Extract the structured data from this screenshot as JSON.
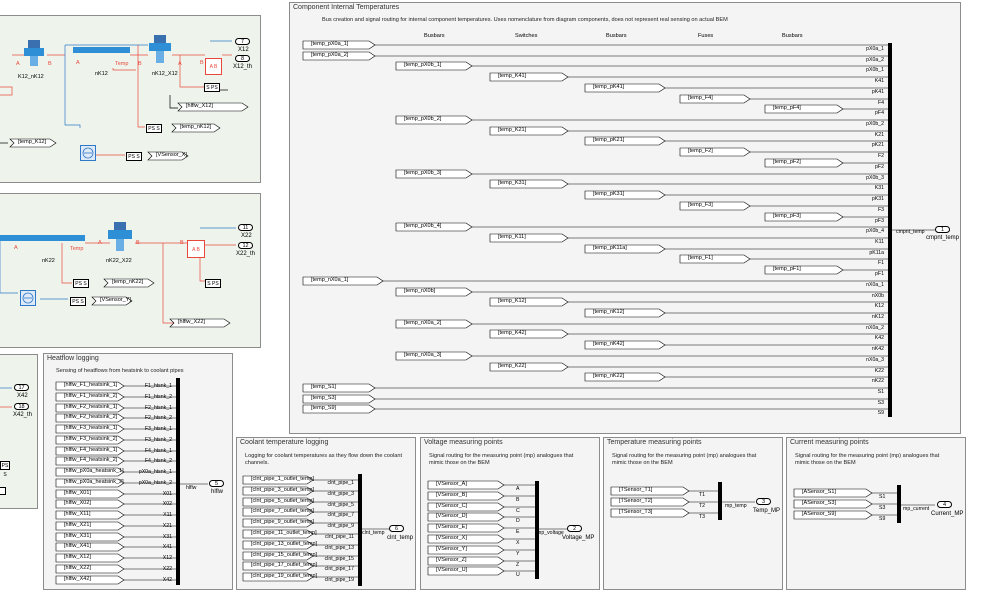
{
  "component_panel": {
    "title": "Component Internal Temperatures",
    "description": "Bus creation and signal routing for internal component temperatures. Uses nomenclature from diagram components, does not represent real sensing on actual BEM",
    "headers": [
      "Busbars",
      "Switches",
      "Busbars",
      "Fuses",
      "Busbars"
    ],
    "tags": [
      "[temp_pX0a_1]",
      "[temp_pX0a_2]",
      "[temp_pX0b_1]",
      "[temp_K41]",
      "[temp_pK41]",
      "[temp_F4]",
      "[temp_pF4]",
      "[temp_pX0b_2]",
      "[temp_K21]",
      "[temp_pK21]",
      "[temp_F2]",
      "[temp_pF2]",
      "[temp_pX0b_3]",
      "[temp_K31]",
      "[temp_pK31]",
      "[temp_F3]",
      "[temp_pF3]",
      "[temp_pX0b_4]",
      "[temp_K11]",
      "[temp_pK11a]",
      "[temp_F1]",
      "[temp_pF1]",
      "[temp_nX0a_1]",
      "[temp_nX0b]",
      "[temp_K12]",
      "[temp_nK12]",
      "[temp_nX0a_2]",
      "[temp_K42]",
      "[temp_nK42]",
      "[temp_nX0a_3]",
      "[temp_K22]",
      "[temp_nK22]",
      "[temp_S1]",
      "[temp_S3]",
      "[temp_S9]"
    ],
    "signals": [
      "pX0a_1",
      "pX0a_2",
      "pX0b_1",
      "K41",
      "pK41",
      "F4",
      "pF4",
      "pX0b_2",
      "K21",
      "pK21",
      "F2",
      "pF2",
      "pX0b_3",
      "K31",
      "pK31",
      "F3",
      "pF3",
      "pX0b_4",
      "K11",
      "pK11a",
      "F1",
      "pF1",
      "nX0a_1",
      "nX0b",
      "K12",
      "nK12",
      "nX0a_2",
      "K42",
      "nK42",
      "nX0a_3",
      "K22",
      "nK22",
      "S1",
      "S3",
      "S9"
    ],
    "bus_label": "cmpnt_temp",
    "outport_num": "1",
    "outport_name": "cmpnt_temp"
  },
  "heatflow_panel": {
    "title": "Heatflow logging",
    "description": "Sensing of heatflows from heatsink to coolant pipes",
    "tags": [
      "[hlflw_F1_heatsink_1]",
      "[hlflw_F1_heatsink_2]",
      "[hlflw_F2_heatsink_1]",
      "[hlflw_F2_heatsink_2]",
      "[hlflw_F3_heatsink_1]",
      "[hlflw_F3_heatsink_2]",
      "[hlflw_F4_heatsink_1]",
      "[hlflw_F4_heatsink_2]",
      "[hlflw_pX0a_heatsink_1]",
      "[hlflw_pX0a_heatsink_2]",
      "[hlflw_X01]",
      "[hlflw_X02]",
      "[hlflw_X11]",
      "[hlflw_X21]",
      "[hlflw_X31]",
      "[hlflw_X41]",
      "[hlflw_X12]",
      "[hlflw_X22]",
      "[hlflw_X42]"
    ],
    "signals": [
      "F1_htsnk_1",
      "F1_htsnk_2",
      "F2_htsnk_1",
      "F2_htsnk_2",
      "F3_htsnk_1",
      "F3_htsnk_2",
      "F4_htsnk_1",
      "F4_htsnk_2",
      "pX0a_htsnk_1",
      "pX0a_htsnk_2",
      "X01",
      "X02",
      "X11",
      "X21",
      "X31",
      "X41",
      "X12",
      "X22",
      "X42"
    ],
    "bus_label": "hlflw",
    "outport_num": "5",
    "outport_name": "hlflw"
  },
  "coolant_panel": {
    "title": "Coolant temperature logging",
    "description": "Logging for coolant temperatures as they flow down the coolant channels.",
    "tags": [
      "[clnt_pipe_1_outlet_temp]",
      "[clnt_pipe_3_outlet_temp]",
      "[clnt_pipe_5_outlet_temp]",
      "[clnt_pipe_7_outlet_temp]",
      "[clnt_pipe_9_outlet_temp]",
      "[clnt_pipe_11_outlet_temp]",
      "[clnt_pipe_13_outlet_temp]",
      "[clnt_pipe_15_outlet_temp]",
      "[clnt_pipe_17_outlet_temp]",
      "[clnt_pipe_19_outlet_temp]"
    ],
    "signals": [
      "clnt_pipe_1",
      "clnt_pipe_3",
      "clnt_pipe_5",
      "clnt_pipe_7",
      "clnt_pipe_9",
      "clnt_pipe_11",
      "clnt_pipe_13",
      "clnt_pipe_15",
      "clnt_pipe_17",
      "clnt_pipe_19"
    ],
    "bus_label": "clnt_temp",
    "outport_num": "6",
    "outport_name": "clnt_temp"
  },
  "voltage_panel": {
    "title": "Voltage measuring points",
    "description": "Signal routing for the measuring point (mp) analogues that mimic those on the BEM",
    "tags": [
      "[VSensor_A]",
      "[VSensor_B]",
      "[VSensor_C]",
      "[VSensor_D]",
      "[VSensor_E]",
      "[VSensor_X]",
      "[VSensor_Y]",
      "[VSensor_Z]",
      "[VSensor_U]"
    ],
    "signals": [
      "A",
      "B",
      "C",
      "D",
      "E",
      "X",
      "Y",
      "Z",
      "U"
    ],
    "bus_label": "mp_voltage",
    "outport_num": "2",
    "outport_name": "Voltage_MP"
  },
  "temperature_panel": {
    "title": "Temperature measuring points",
    "description": "Signal routing for the measuring point (mp) analogues that mimic those on the BEM",
    "tags": [
      "[TSensor_T1]",
      "[TSensor_T2]",
      "[TSensor_T3]"
    ],
    "signals": [
      "T1",
      "T2",
      "T3"
    ],
    "bus_label": "mp_temp",
    "outport_num": "3",
    "outport_name": "Temp_MP"
  },
  "current_panel": {
    "title": "Current measuring points",
    "description": "Signal routing for the measuring point (mp) analogues that mimic those on the BEM",
    "tags": [
      "[ASensor_S1]",
      "[ASensor_S3]",
      "[ASensor_S9]"
    ],
    "signals": [
      "S1",
      "S3",
      "S9"
    ],
    "bus_label": "mp_current",
    "outport_num": "4",
    "outport_name": "Current_MP"
  },
  "top_left": {
    "ports": [
      {
        "num": "7",
        "name": "X12"
      },
      {
        "num": "8",
        "name": "X12_th"
      }
    ],
    "components": [
      "K12_nK12",
      "nK12",
      "nK12_X12"
    ],
    "gotos": [
      "[hlflw_X12]",
      "[temp_nK12]",
      "[temp_K12]",
      "[VSensor_X]"
    ],
    "labels": [
      "A",
      "B",
      "A",
      "Temp",
      "B",
      "A",
      "B"
    ],
    "ps": [
      "S PS",
      "PS S",
      "PS S"
    ]
  },
  "mid_left": {
    "ports": [
      {
        "num": "11",
        "name": "X22"
      },
      {
        "num": "12",
        "name": "X22_th"
      }
    ],
    "components": [
      "nK22",
      "nK22_X22"
    ],
    "gotos": [
      "[temp_nK22]",
      "[VSensor_Y]",
      "[hlflw_X22]"
    ],
    "labels": [
      "A",
      "Temp",
      "A",
      "B",
      "B"
    ],
    "ps": [
      "PS S",
      "PS S",
      "S PS"
    ]
  },
  "bottom_left": {
    "ports": [
      {
        "num": "17",
        "name": "X42"
      },
      {
        "num": "18",
        "name": "X42_th"
      }
    ],
    "ps": [
      "PS S"
    ]
  },
  "colors": {
    "wire_red": "#e8483b",
    "wire_blue": "#2e78c8",
    "block_blue": "#2f8fd6",
    "port_fill": "#ffffff",
    "panel_green": "#eef4ec",
    "panel_grey": "#f4f4f4"
  }
}
